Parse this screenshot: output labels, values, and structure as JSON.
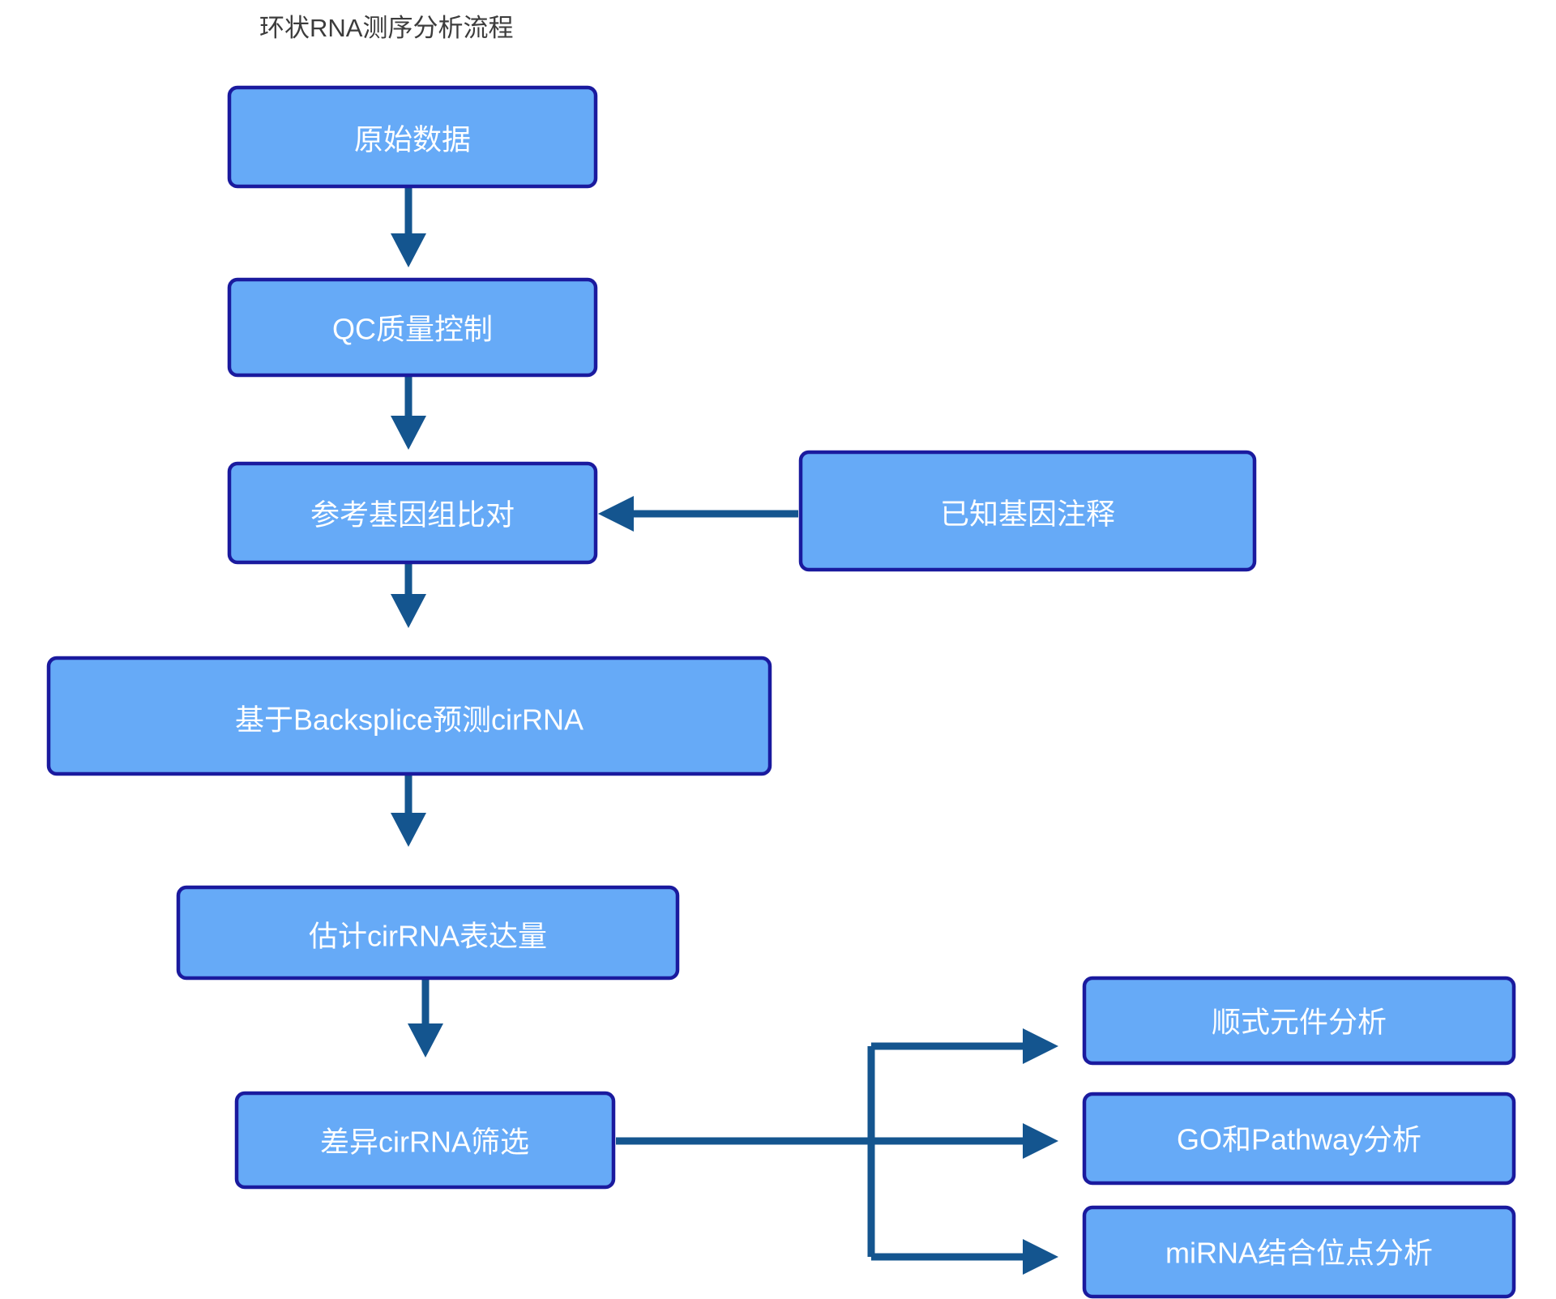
{
  "diagram": {
    "title": "环状RNA测序分析流程",
    "type": "flowchart",
    "orientation": "top-to-bottom",
    "colors": {
      "node_fill": "#66aaf7",
      "node_border": "#1a1a9e",
      "node_text": "#ffffff",
      "arrow": "#14558f",
      "title_text": "#3c3c3c",
      "background": "#ffffff"
    },
    "nodes": [
      {
        "id": "raw-data",
        "label": "原始数据"
      },
      {
        "id": "qc",
        "label": "QC质量控制"
      },
      {
        "id": "genome-align",
        "label": "参考基因组比对"
      },
      {
        "id": "known-gene-anno",
        "label": "已知基因注释"
      },
      {
        "id": "backsplice",
        "label": "基于Backsplice预测cirRNA"
      },
      {
        "id": "expression",
        "label": "估计cirRNA表达量"
      },
      {
        "id": "diff-screen",
        "label": "差异cirRNA筛选"
      },
      {
        "id": "cis-element",
        "label": "顺式元件分析"
      },
      {
        "id": "go-pathway",
        "label": "GO和Pathway分析"
      },
      {
        "id": "mirna-binding",
        "label": "miRNA结合位点分析"
      }
    ],
    "edges": [
      {
        "from": "raw-data",
        "to": "qc"
      },
      {
        "from": "qc",
        "to": "genome-align"
      },
      {
        "from": "known-gene-anno",
        "to": "genome-align"
      },
      {
        "from": "genome-align",
        "to": "backsplice"
      },
      {
        "from": "backsplice",
        "to": "expression"
      },
      {
        "from": "expression",
        "to": "diff-screen"
      },
      {
        "from": "diff-screen",
        "to": "cis-element"
      },
      {
        "from": "diff-screen",
        "to": "go-pathway"
      },
      {
        "from": "diff-screen",
        "to": "mirna-binding"
      }
    ]
  }
}
